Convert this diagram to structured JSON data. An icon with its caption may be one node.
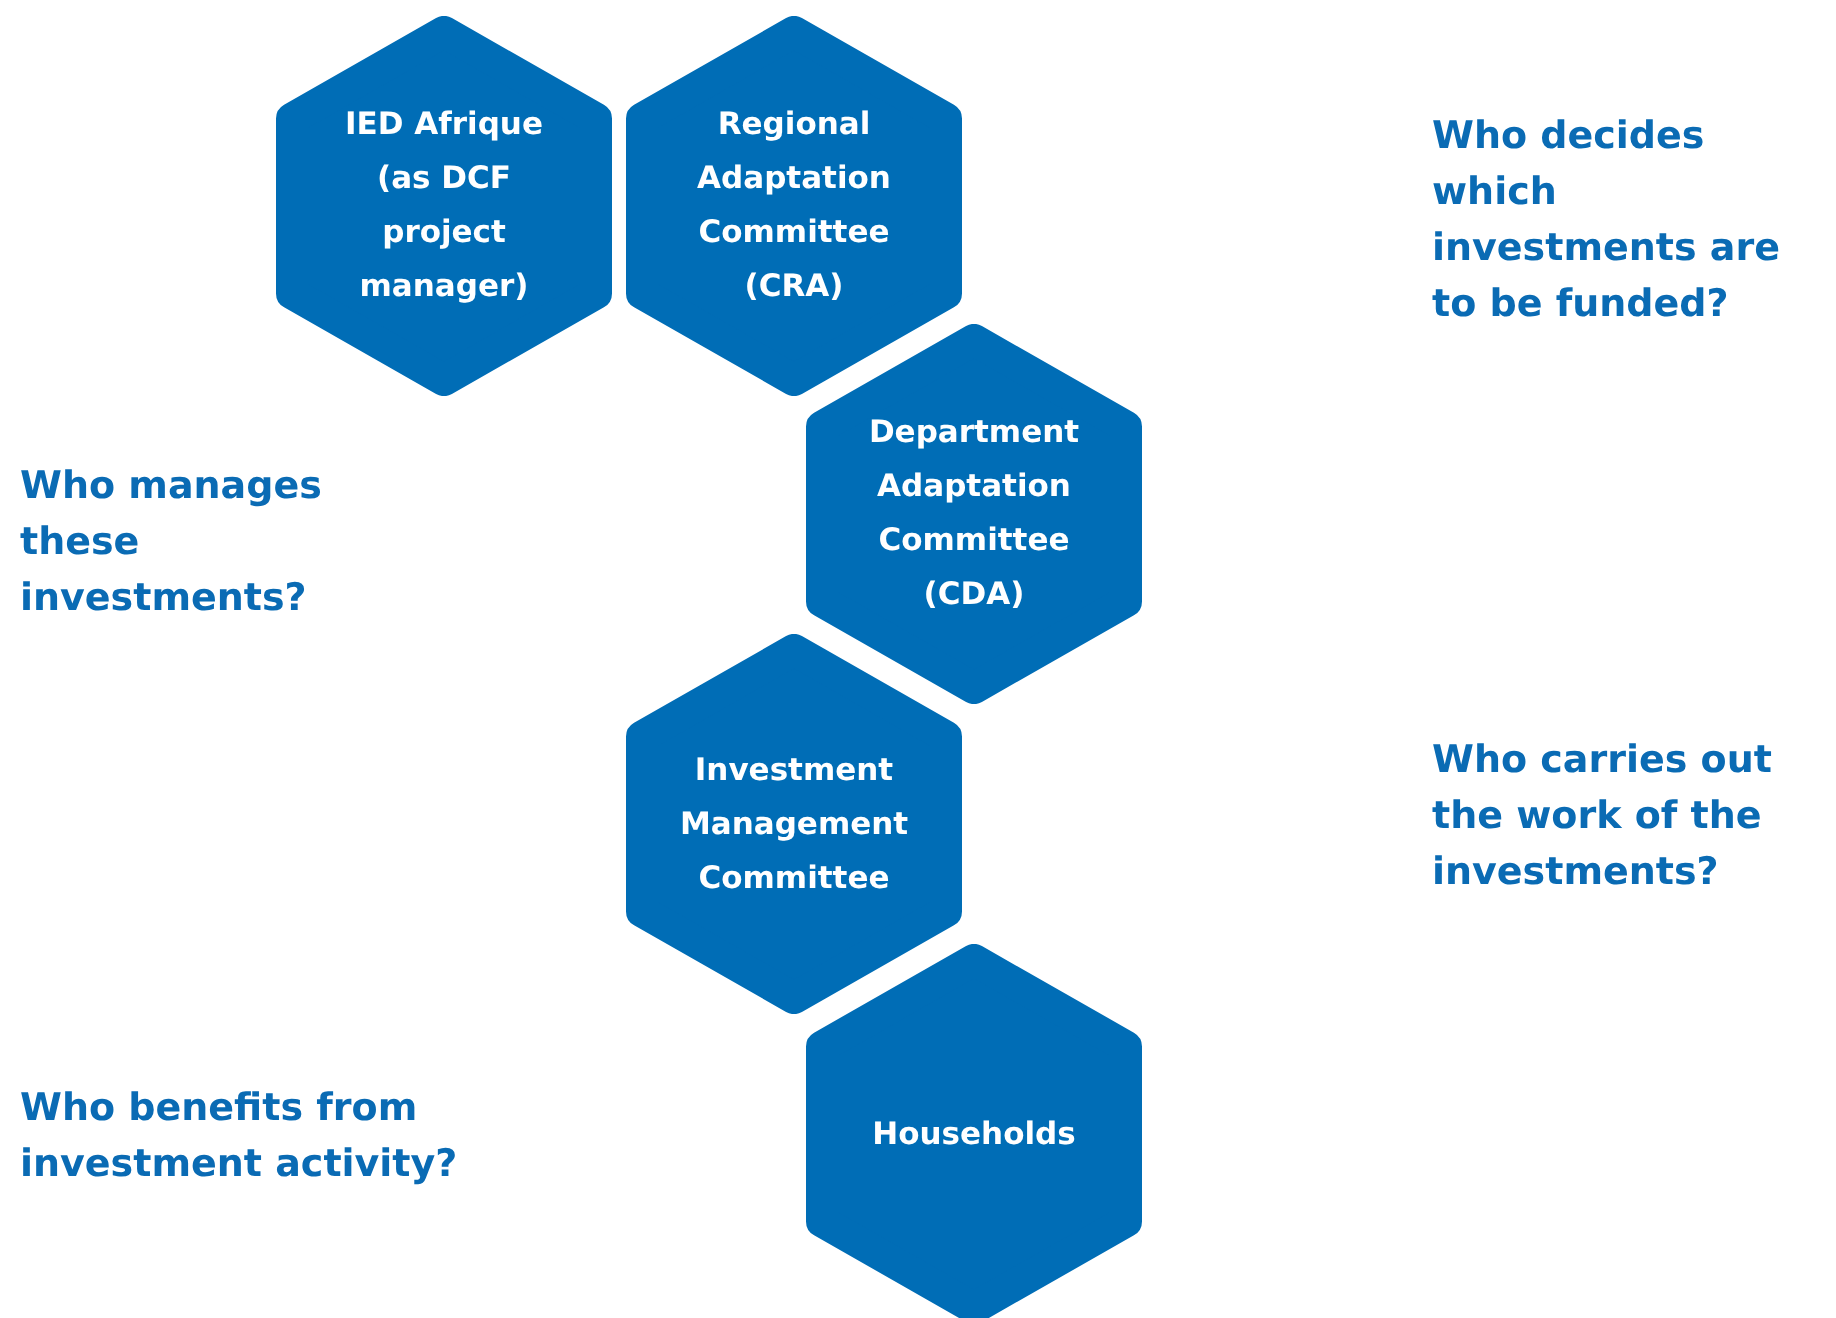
{
  "diagram": {
    "nodes": [
      {
        "text": [
          "IED Afrique (as DCF project manager)"
        ]
      },
      {
        "text": [
          "Regional Adaptation Committee (CRA)"
        ]
      },
      {
        "text": [
          "Department Adaptation Committee (CDA)"
        ]
      },
      {
        "text": [
          "Investment Management Committee"
        ]
      },
      {
        "text": [
          "Households"
        ]
      }
    ],
    "labels": [
      "Who decides which investments are to be funded?",
      "Who manages these investments?",
      "Who carries out the work of the investments?",
      "Who benefits from investment activity?"
    ]
  }
}
